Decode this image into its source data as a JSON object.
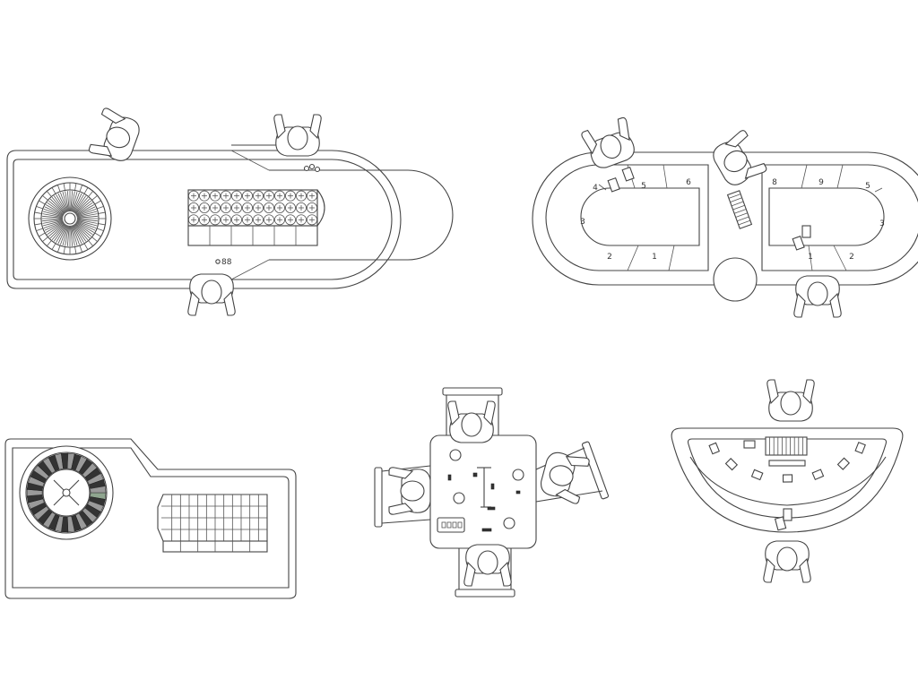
{
  "baccarat": {
    "numbers": [
      "1",
      "2",
      "3",
      "4",
      "5",
      "6",
      "8",
      "9",
      "5",
      "3",
      "2",
      "1"
    ]
  },
  "roulette_small": {
    "dice_label": "88"
  },
  "colors": {
    "line": "#444444",
    "pocket_dark": "#333333",
    "pocket_grey": "#9a9a9a",
    "pocket_green": "#8fa58f"
  }
}
